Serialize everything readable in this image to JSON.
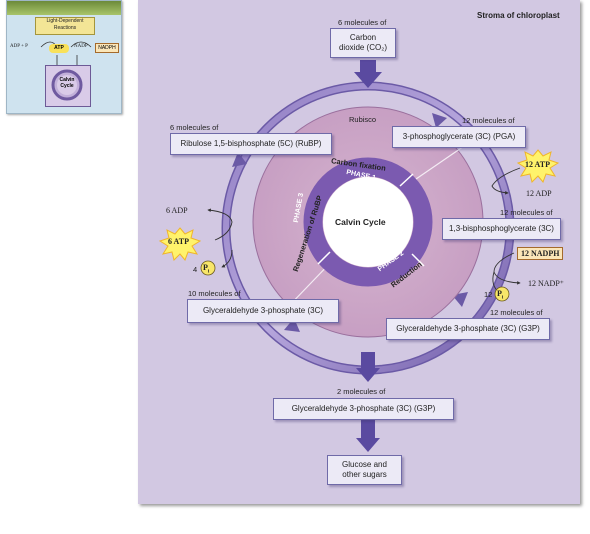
{
  "thumbnail": {
    "title_line1": "Light-Dependent",
    "title_line2": "Reactions",
    "adp_pi": "ADP + P",
    "atp": "ATP",
    "nadp": "NADP",
    "nadph": "NADPH",
    "calvin_line1": "Calvin",
    "calvin_line2": "Cycle"
  },
  "stroma_label": "Stroma of chloroplast",
  "co2": {
    "count": "6 molecules of",
    "line1": "Carbon",
    "line2": "dioxide (CO₂)"
  },
  "rubisco": "Rubisco",
  "rubp": {
    "count": "6 molecules of",
    "name": "Ribulose 1,5-bisphosphate (5C) (RuBP)"
  },
  "pga": {
    "count": "12 molecules of",
    "name": "3-phosphoglycerate (3C) (PGA)"
  },
  "bpg": {
    "count": "12 molecules of",
    "name": "1,3-bisphosphoglycerate (3C)"
  },
  "g3p12": {
    "count": "12 molecules of",
    "name": "Glyceraldehyde 3-phosphate (3C) (G3P)"
  },
  "g3p10": {
    "count": "10 molecules of",
    "name": "Glyceraldehyde 3-phosphate (3C)"
  },
  "g3p2": {
    "count": "2 molecules of",
    "name": "Glyceraldehyde 3-phosphate (3C) (G3P)"
  },
  "glucose": {
    "line1": "Glucose and",
    "line2": "other sugars"
  },
  "atp12": "12 ATP",
  "adp12": "12 ADP",
  "nadph12": "12 NADPH",
  "nadp12": "12 NADP⁺",
  "pi12_count": "12",
  "pi_symbol": "P",
  "pi_sub": "i",
  "adp6": "6 ADP",
  "atp6": "6 ATP",
  "pi4_count": "4",
  "cycle": {
    "center": "Calvin Cycle",
    "phase1": "PHASE 1",
    "phase1_name": "Carbon fixation",
    "phase2": "PHASE 2",
    "phase2_name": "Reduction",
    "phase3": "PHASE 3",
    "phase3_name": "Regeneration of RuBP"
  }
}
